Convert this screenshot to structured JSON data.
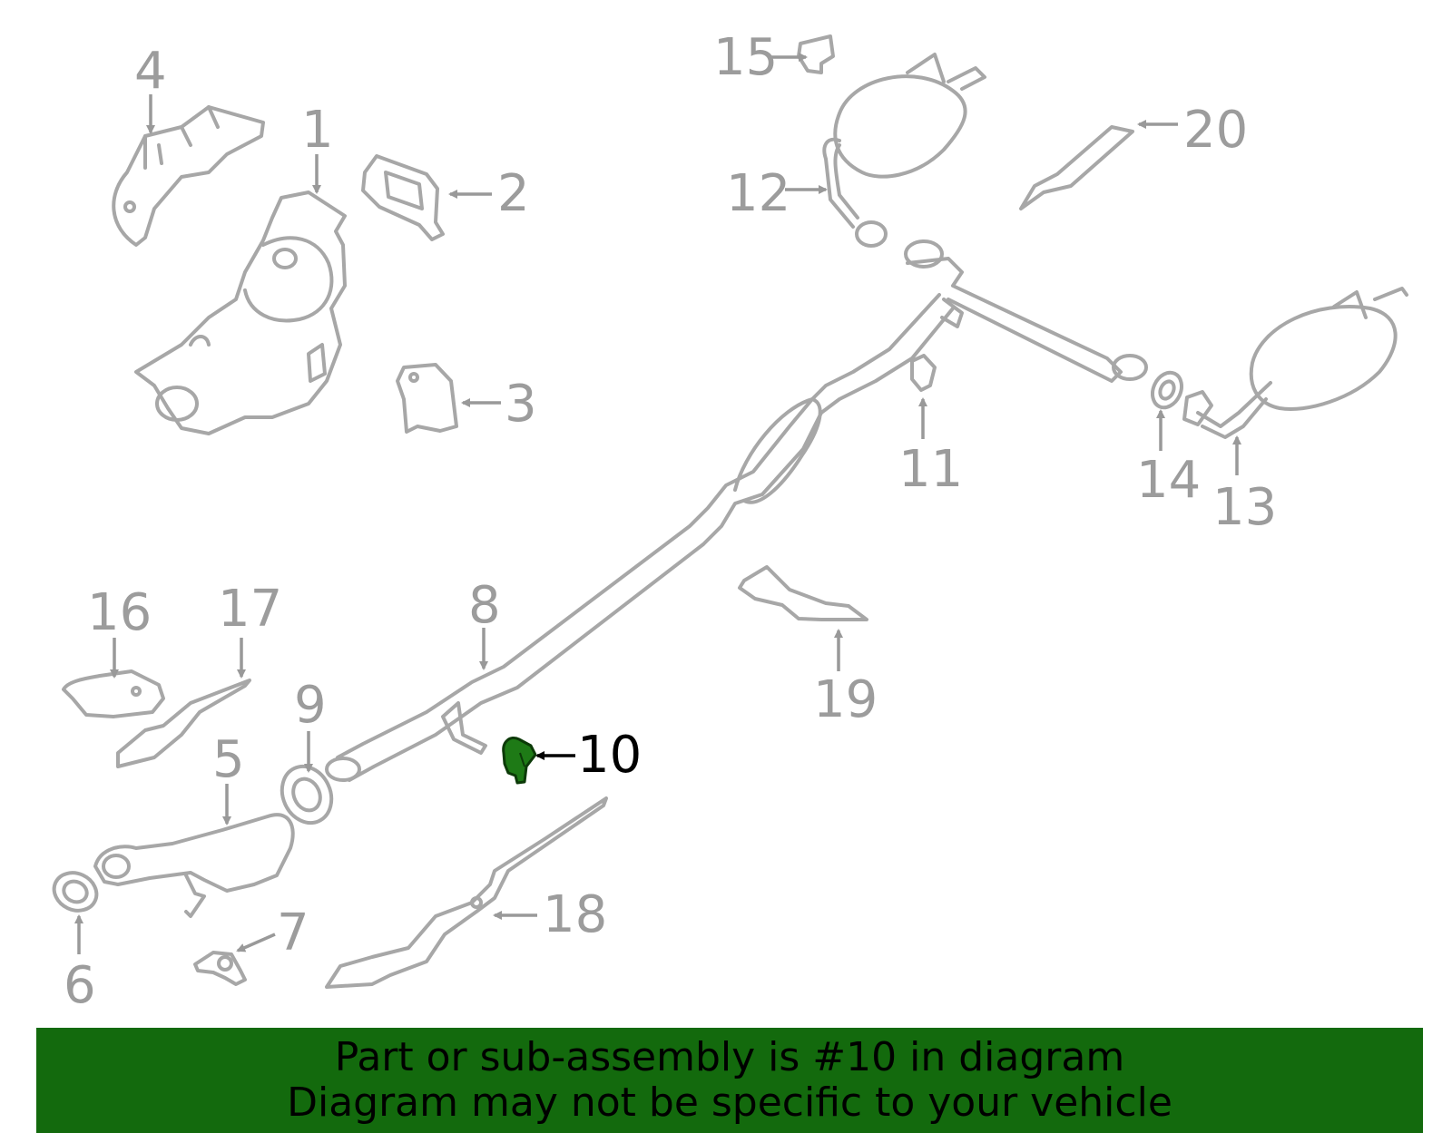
{
  "callouts": {
    "c1": "1",
    "c2": "2",
    "c3": "3",
    "c4": "4",
    "c5": "5",
    "c6": "6",
    "c7": "7",
    "c8": "8",
    "c9": "9",
    "c10": "10",
    "c11": "11",
    "c12": "12",
    "c13": "13",
    "c14": "14",
    "c15": "15",
    "c16": "16",
    "c17": "17",
    "c18": "18",
    "c19": "19",
    "c20": "20"
  },
  "highlighted_part": "10",
  "colors": {
    "part_stroke": "#a7a7a7",
    "callout_text": "#9c9c9c",
    "highlight_fill": "#1e7a16",
    "banner_bg": "#136a0d"
  },
  "banner": {
    "line1": "Part or sub-assembly is #10 in diagram",
    "line2": "Diagram may not be specific to your vehicle"
  }
}
